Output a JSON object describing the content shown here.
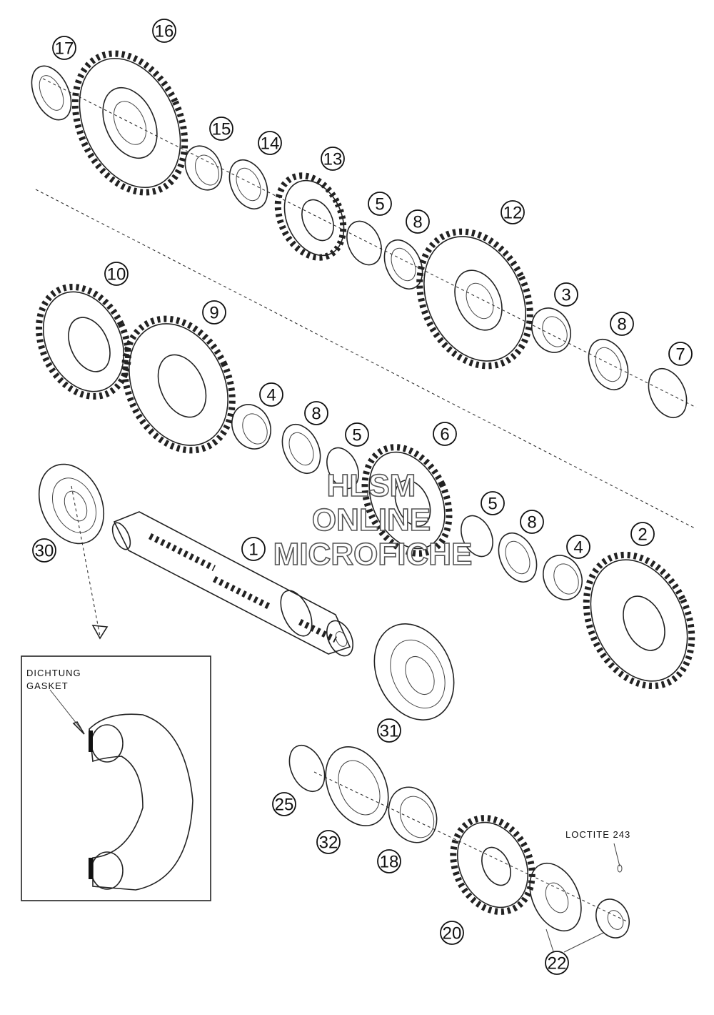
{
  "callouts": [
    "17",
    "16",
    "15",
    "14",
    "13",
    "5",
    "8",
    "12",
    "10",
    "9",
    "3",
    "8",
    "7",
    "4",
    "8",
    "5",
    "6",
    "30",
    "1",
    "5",
    "8",
    "4",
    "2",
    "31",
    "25",
    "32",
    "18",
    "20",
    "22"
  ],
  "notes": {
    "gasket_de": "DICHTUNG",
    "gasket_en": "GASKET",
    "loctite": "LOCTITE 243"
  },
  "watermark": {
    "line1": "HLSM",
    "line2": "ONLINE",
    "line3": "MICROFICHE"
  }
}
